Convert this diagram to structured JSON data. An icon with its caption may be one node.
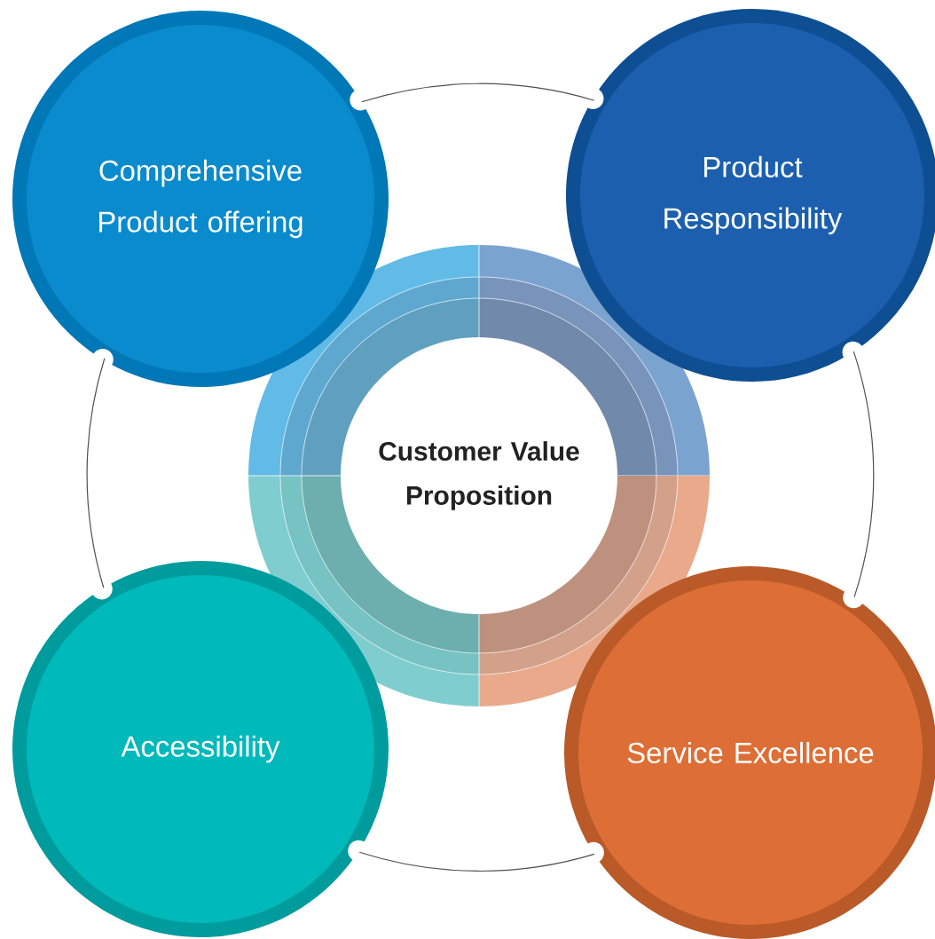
{
  "diagram": {
    "nodes": [
      {
        "text": [
          "Comprehensive Product offering"
        ]
      },
      {
        "text": [
          "Product Responsibility"
        ]
      },
      {
        "text": [
          "Customer Value Proposition"
        ]
      },
      {
        "text": [
          "Accessibility"
        ]
      },
      {
        "text": [
          "Service Excellence"
        ]
      }
    ],
    "edges": [
      {
        "from": 0,
        "to": 1,
        "arrow": "none"
      },
      {
        "from": 1,
        "to": 4,
        "arrow": "none"
      },
      {
        "from": 4,
        "to": 3,
        "arrow": "none"
      },
      {
        "from": 3,
        "to": 0,
        "arrow": "none"
      }
    ]
  }
}
